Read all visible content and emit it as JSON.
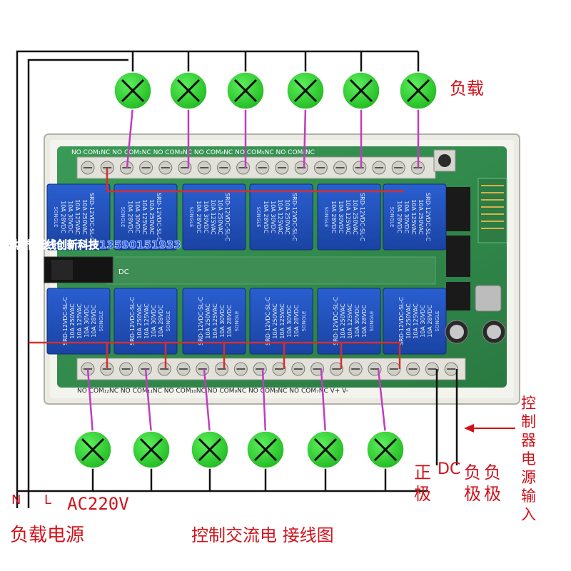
{
  "labels": {
    "load_top": "负载",
    "n": "N",
    "l": "L",
    "ac": "AC220V",
    "load_power": "负载电源",
    "caption": "控制交流电 接线图",
    "pos": "正",
    "ji1": "极",
    "dc": "DC",
    "neg1": "负",
    "neg2": "负",
    "ji2": "极",
    "ji3": "极",
    "ctrl_power_input": [
      "控",
      "制",
      "器",
      "电",
      "源",
      "输",
      "入"
    ]
  },
  "board": {
    "top_terminal_text": "NO COM₁NC NO COM₂NC NO COM₃NC NO COM₄NC NO COM₅NC NO COM₆NC",
    "bottom_terminal_text": "NO COM₁₂NC NO COM₁₁NC NO COM₁₀NC NO COM₉NC NO COM₈NC NO COM₇NC V+ V-",
    "dc_label": "DC",
    "watermark": "深圳市无线创新科技13590151933",
    "relay_lines": [
      "SRD-12VDC-SL-C",
      "10A 250VAC",
      "10A 125VAC",
      "10A 30VDC",
      "10A 28VDC"
    ],
    "relay_brand": "SONGLE",
    "relay_count": 12
  },
  "colors": {
    "wire_black": "#111111",
    "wire_magenta": "#c03cc0",
    "lamp_fill": "#2ed22e",
    "board_green": "#2f8a4a",
    "relay_blue": "#1d4fb8",
    "label_red": "#d0121b",
    "arrow_red": "#d0121b"
  }
}
